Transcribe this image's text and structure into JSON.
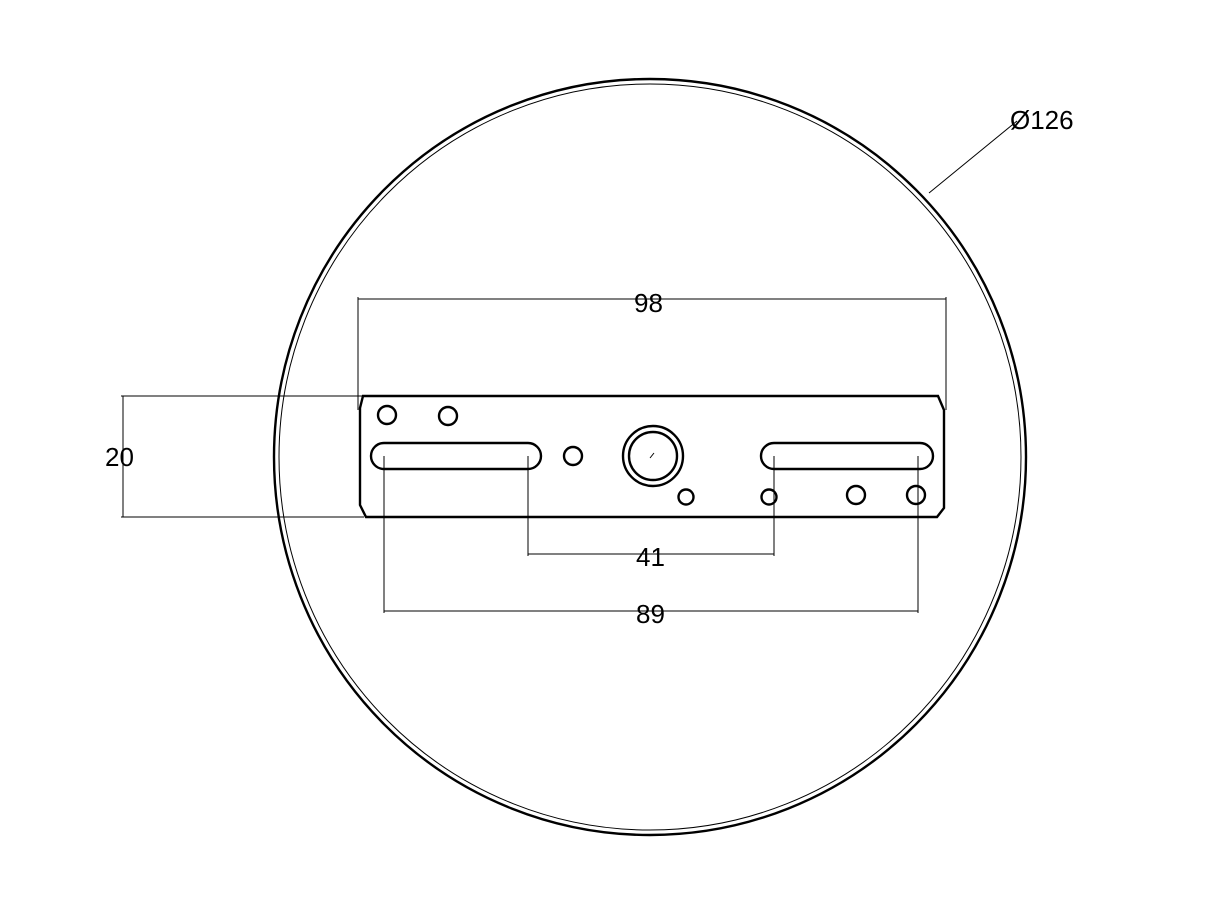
{
  "drawing": {
    "dimensions": {
      "diameter": "Ø126",
      "bracket_length": "98",
      "bracket_height": "20",
      "slot_inner_spacing": "41",
      "slot_outer_spacing": "89"
    }
  }
}
